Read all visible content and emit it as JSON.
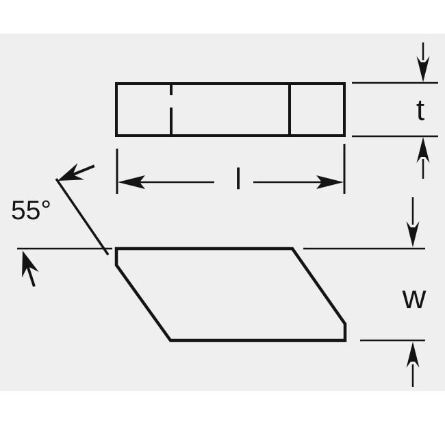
{
  "figure": {
    "type": "technical-dimension-drawing",
    "description": "Two orthographic views of a parallelogram-shaped cutting insert with dimension callouts",
    "background": "#ffffff",
    "panel_background": "#efefef",
    "line_color": "#141414"
  },
  "labels": {
    "angle": "55°",
    "thickness": "t",
    "length": "l",
    "width": "w"
  }
}
